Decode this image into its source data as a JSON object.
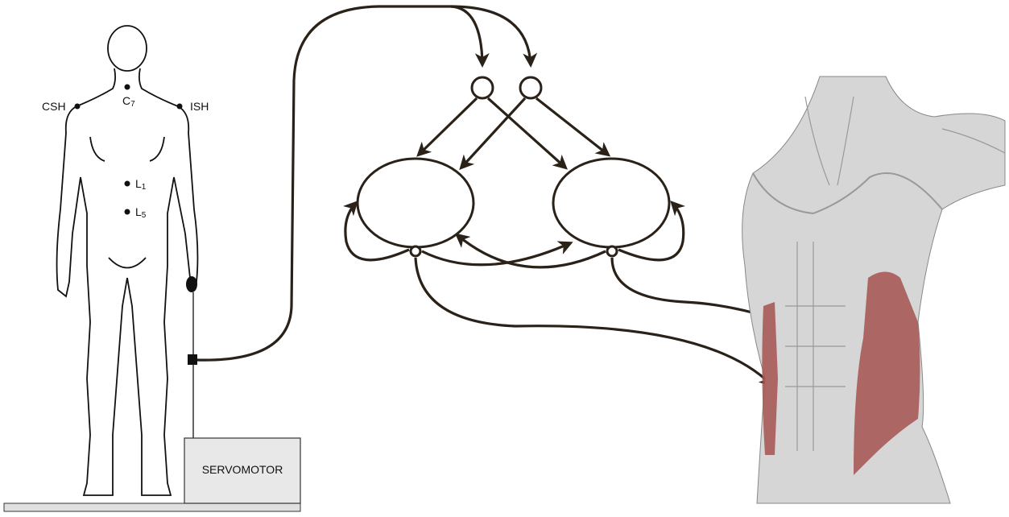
{
  "labels": {
    "csh": "CSH",
    "c7": "C",
    "c7_sub": "7",
    "ish": "ISH",
    "l1": "L",
    "l1_sub": "1",
    "l5": "L",
    "l5_sub": "5",
    "servomotor": "SERVOMOTOR"
  },
  "colors": {
    "line": "#2a2118",
    "muscle_highlight": "#a5524f",
    "muscle_gray": "#b8b8b8"
  }
}
